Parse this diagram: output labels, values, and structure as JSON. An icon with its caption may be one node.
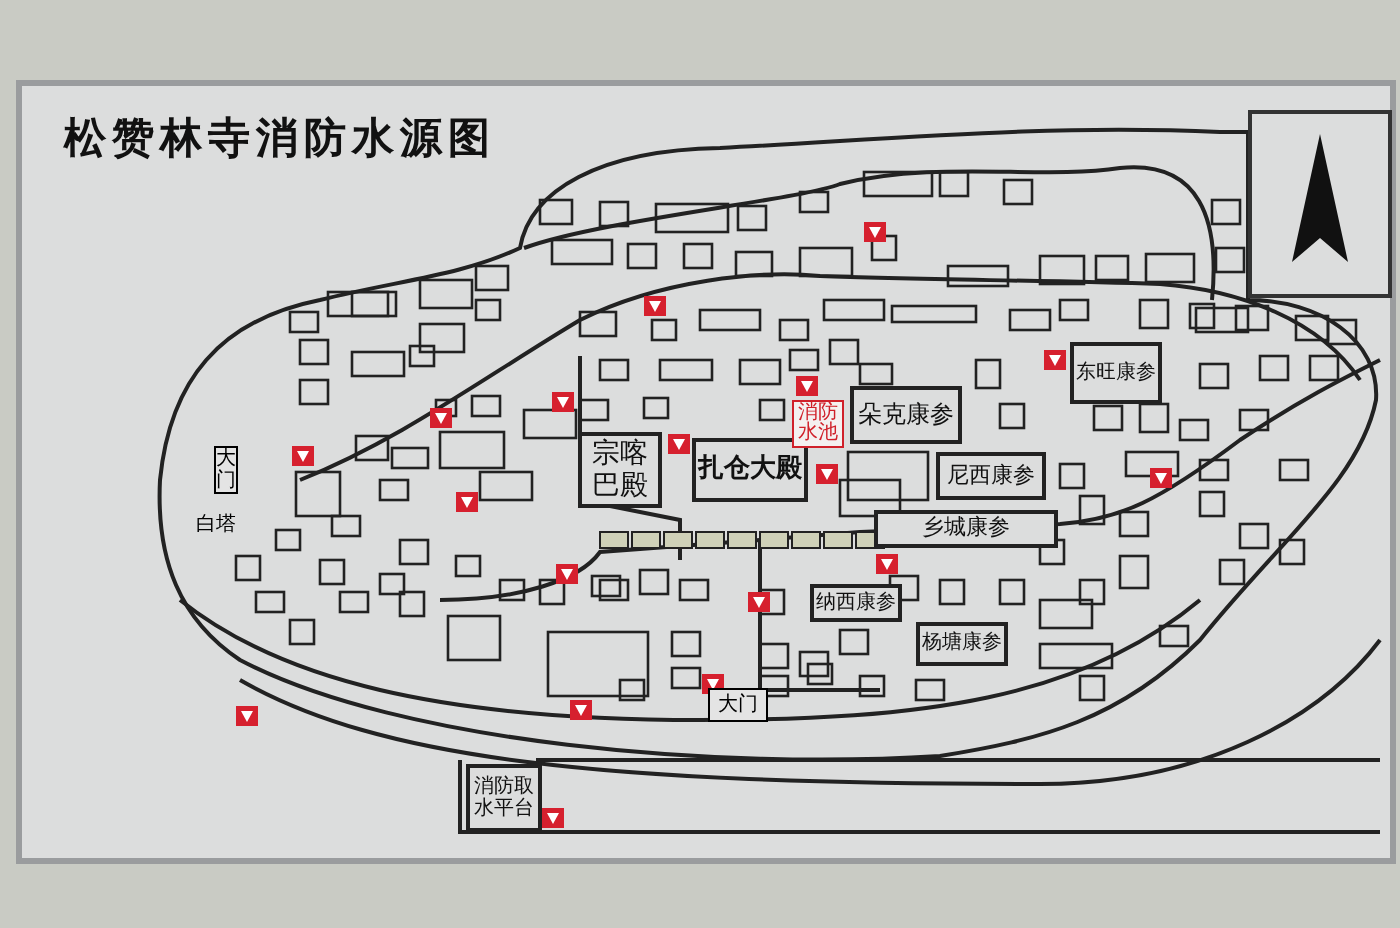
{
  "diagram": {
    "title": "松赞林寺消防水源图",
    "nodes": [
      {
        "text": [
          "宗喀巴殿"
        ]
      },
      {
        "text": [
          "扎仓大殿"
        ]
      },
      {
        "text": [
          "朵克康参"
        ]
      },
      {
        "text": [
          "东旺康参"
        ]
      },
      {
        "text": [
          "尼西康参"
        ]
      },
      {
        "text": [
          "乡城康参"
        ]
      },
      {
        "text": [
          "纳西康参"
        ]
      },
      {
        "text": [
          "杨塘康参"
        ]
      },
      {
        "text": [
          "消防取水平台"
        ]
      }
    ],
    "labels": [
      "消防水池",
      "大门",
      "白塔",
      "大门"
    ]
  }
}
